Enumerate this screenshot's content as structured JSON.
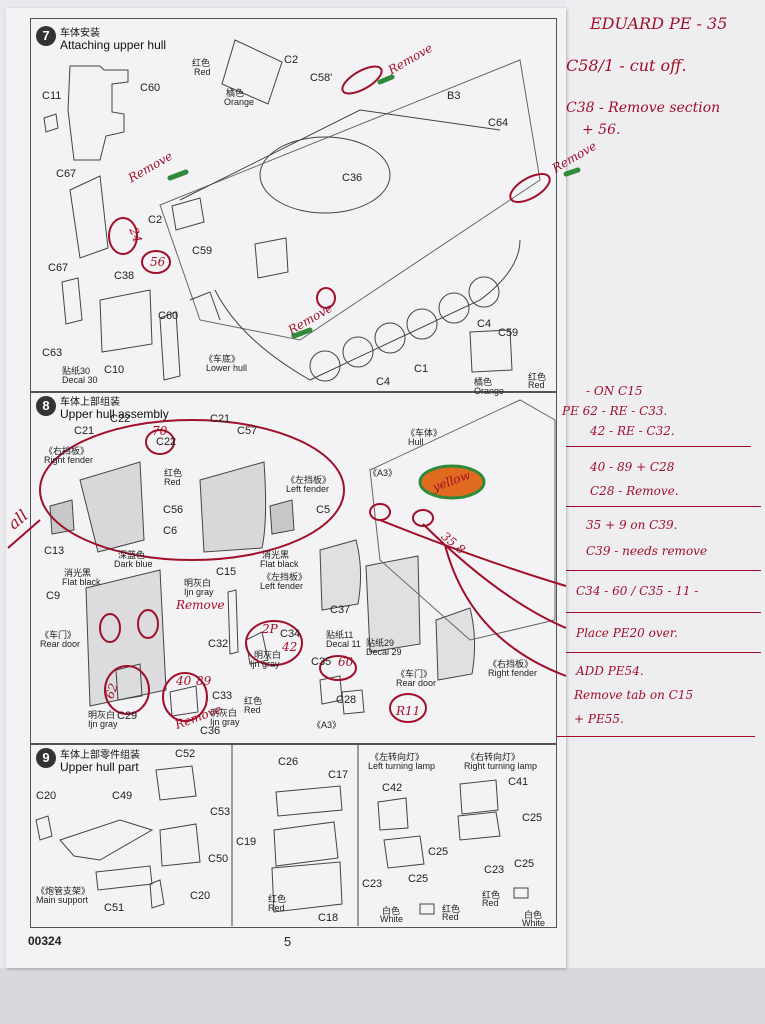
{
  "page": {
    "number": "5",
    "code": "00324"
  },
  "colors": {
    "ink": "#a0102a",
    "marker_green": "#2f8a3a",
    "highlight_orange": "#e06a20"
  },
  "step7": {
    "num": "7",
    "title_cn": "车体安装",
    "title_en": "Attaching upper hull",
    "parts": [
      "C60",
      "C11",
      "C2",
      "C58'",
      "B3",
      "C64",
      "C36",
      "C67",
      "C2",
      "C38",
      "C59",
      "C67",
      "C60",
      "C63",
      "C10",
      "C1",
      "C4",
      "C4",
      "C59"
    ],
    "notes": {
      "red_cn": "红色",
      "red": "Red",
      "orange_cn": "橘色",
      "orange": "Orange",
      "decal_cn": "贴纸30",
      "decal": "Decal 30",
      "lower_cn": "《车底》",
      "lower": "Lower hull",
      "red2_cn": "红色",
      "red2": "Red",
      "orange2_cn": "橘色",
      "orange2": "Orange"
    },
    "hand": {
      "remove1": "Remove",
      "remove2": "Remove",
      "remove3": "Remove",
      "remove4": "Remove",
      "n56": "56",
      "n24": "24"
    }
  },
  "step8": {
    "num": "8",
    "title_cn": "车体上部组装",
    "title_en": "Upper hull assembly",
    "parts": [
      "C21",
      "C22",
      "C22",
      "C21",
      "C57",
      "C56",
      "C6",
      "C5",
      "C13",
      "C15",
      "C9",
      "C37",
      "C32",
      "C34",
      "C35",
      "C28",
      "C33",
      "C29",
      "C36"
    ],
    "notes": {
      "right_fender_cn": "《右挡板》",
      "right_fender": "Right fender",
      "left_fender_cn": "《左挡板》",
      "left_fender": "Left fender",
      "red_cn": "红色",
      "red": "Red",
      "dark_blue_cn": "深蓝色",
      "dark_blue": "Dark blue",
      "flat_black_cn": "消光黑",
      "flat_black": "Flat black",
      "flat_black2_cn": "消光黑",
      "flat_black2": "Flat black",
      "left_fender2_cn": "《左挡板》",
      "left_fender2": "Left fender",
      "ijn_gray_cn": "明灰白",
      "ijn_gray": "Ijn gray",
      "rear_door_cn": "《车门》",
      "rear_door": "Rear door",
      "hull_cn": "《车体》",
      "hull": "Hull",
      "a3": "《A3》",
      "decal11_cn": "贴纸11",
      "decal11": "Decal 11",
      "decal29_cn": "贴纸29",
      "decal29": "Decal 29",
      "rear_door2_cn": "《车门》",
      "rear_door2": "Rear door",
      "right_fender2_cn": "《右挡板》",
      "right_fender2": "Right fender",
      "ijn_gray2_cn": "明灰白",
      "ijn_gray2": "Ijn gray",
      "ijn_gray3_cn": "明灰白",
      "ijn_gray3": "Ijn gray",
      "ijn_gray4_cn": "明灰白",
      "ijn_gray4": "Ijn gray",
      "red2_cn": "红色",
      "red2": "Red",
      "a3b": "《A3》"
    },
    "hand": {
      "all": "all",
      "n70": "70",
      "n2p": "2P",
      "n42": "42",
      "n60": "60",
      "n60b": "60",
      "r11": "R11",
      "n62": "62",
      "n40": "40",
      "n89": "89",
      "n3558": "35 8",
      "remove": "Remove",
      "remove2": "Remove",
      "yellow": "yellow"
    }
  },
  "step9": {
    "num": "9",
    "title_cn": "车体上部零件组装",
    "title_en": "Upper hull part",
    "parts": [
      "C52",
      "C20",
      "C49",
      "C53",
      "C50",
      "C51",
      "C20",
      "C26",
      "C17",
      "C19",
      "C18",
      "C42",
      "C25",
      "C23",
      "C25",
      "C41",
      "C25",
      "C23",
      "C25"
    ],
    "notes": {
      "main_support_cn": "《炮管支架》",
      "main_support": "Main support",
      "red_cn": "红色",
      "red": "Red",
      "left_lamp_cn": "《左转向灯》",
      "left_lamp": "Left turning lamp",
      "right_lamp_cn": "《右转向灯》",
      "right_lamp": "Right turning lamp",
      "white_cn": "白色",
      "white": "White",
      "red2_cn": "红色",
      "red2": "Red",
      "red3_cn": "红色",
      "red3": "Red",
      "white2_cn": "白色",
      "white2": "White"
    }
  },
  "handnotes": {
    "header": "EDUARD PE - 35",
    "lines": [
      "C58/1 - cut off.",
      "C38 - Remove section",
      "+ 56.",
      "- ON C15",
      "PE 62 - RE - C33.",
      "42 - RE - C32.",
      "40 - 89 + C28",
      "C28 - Remove.",
      "35 + 9 on C39.",
      "C39 - needs remove",
      "C34 - 60 / C35 - 11 -",
      "Place PE20 over.",
      "ADD PE54.",
      "Remove tab on C15",
      "+ PE55."
    ]
  }
}
